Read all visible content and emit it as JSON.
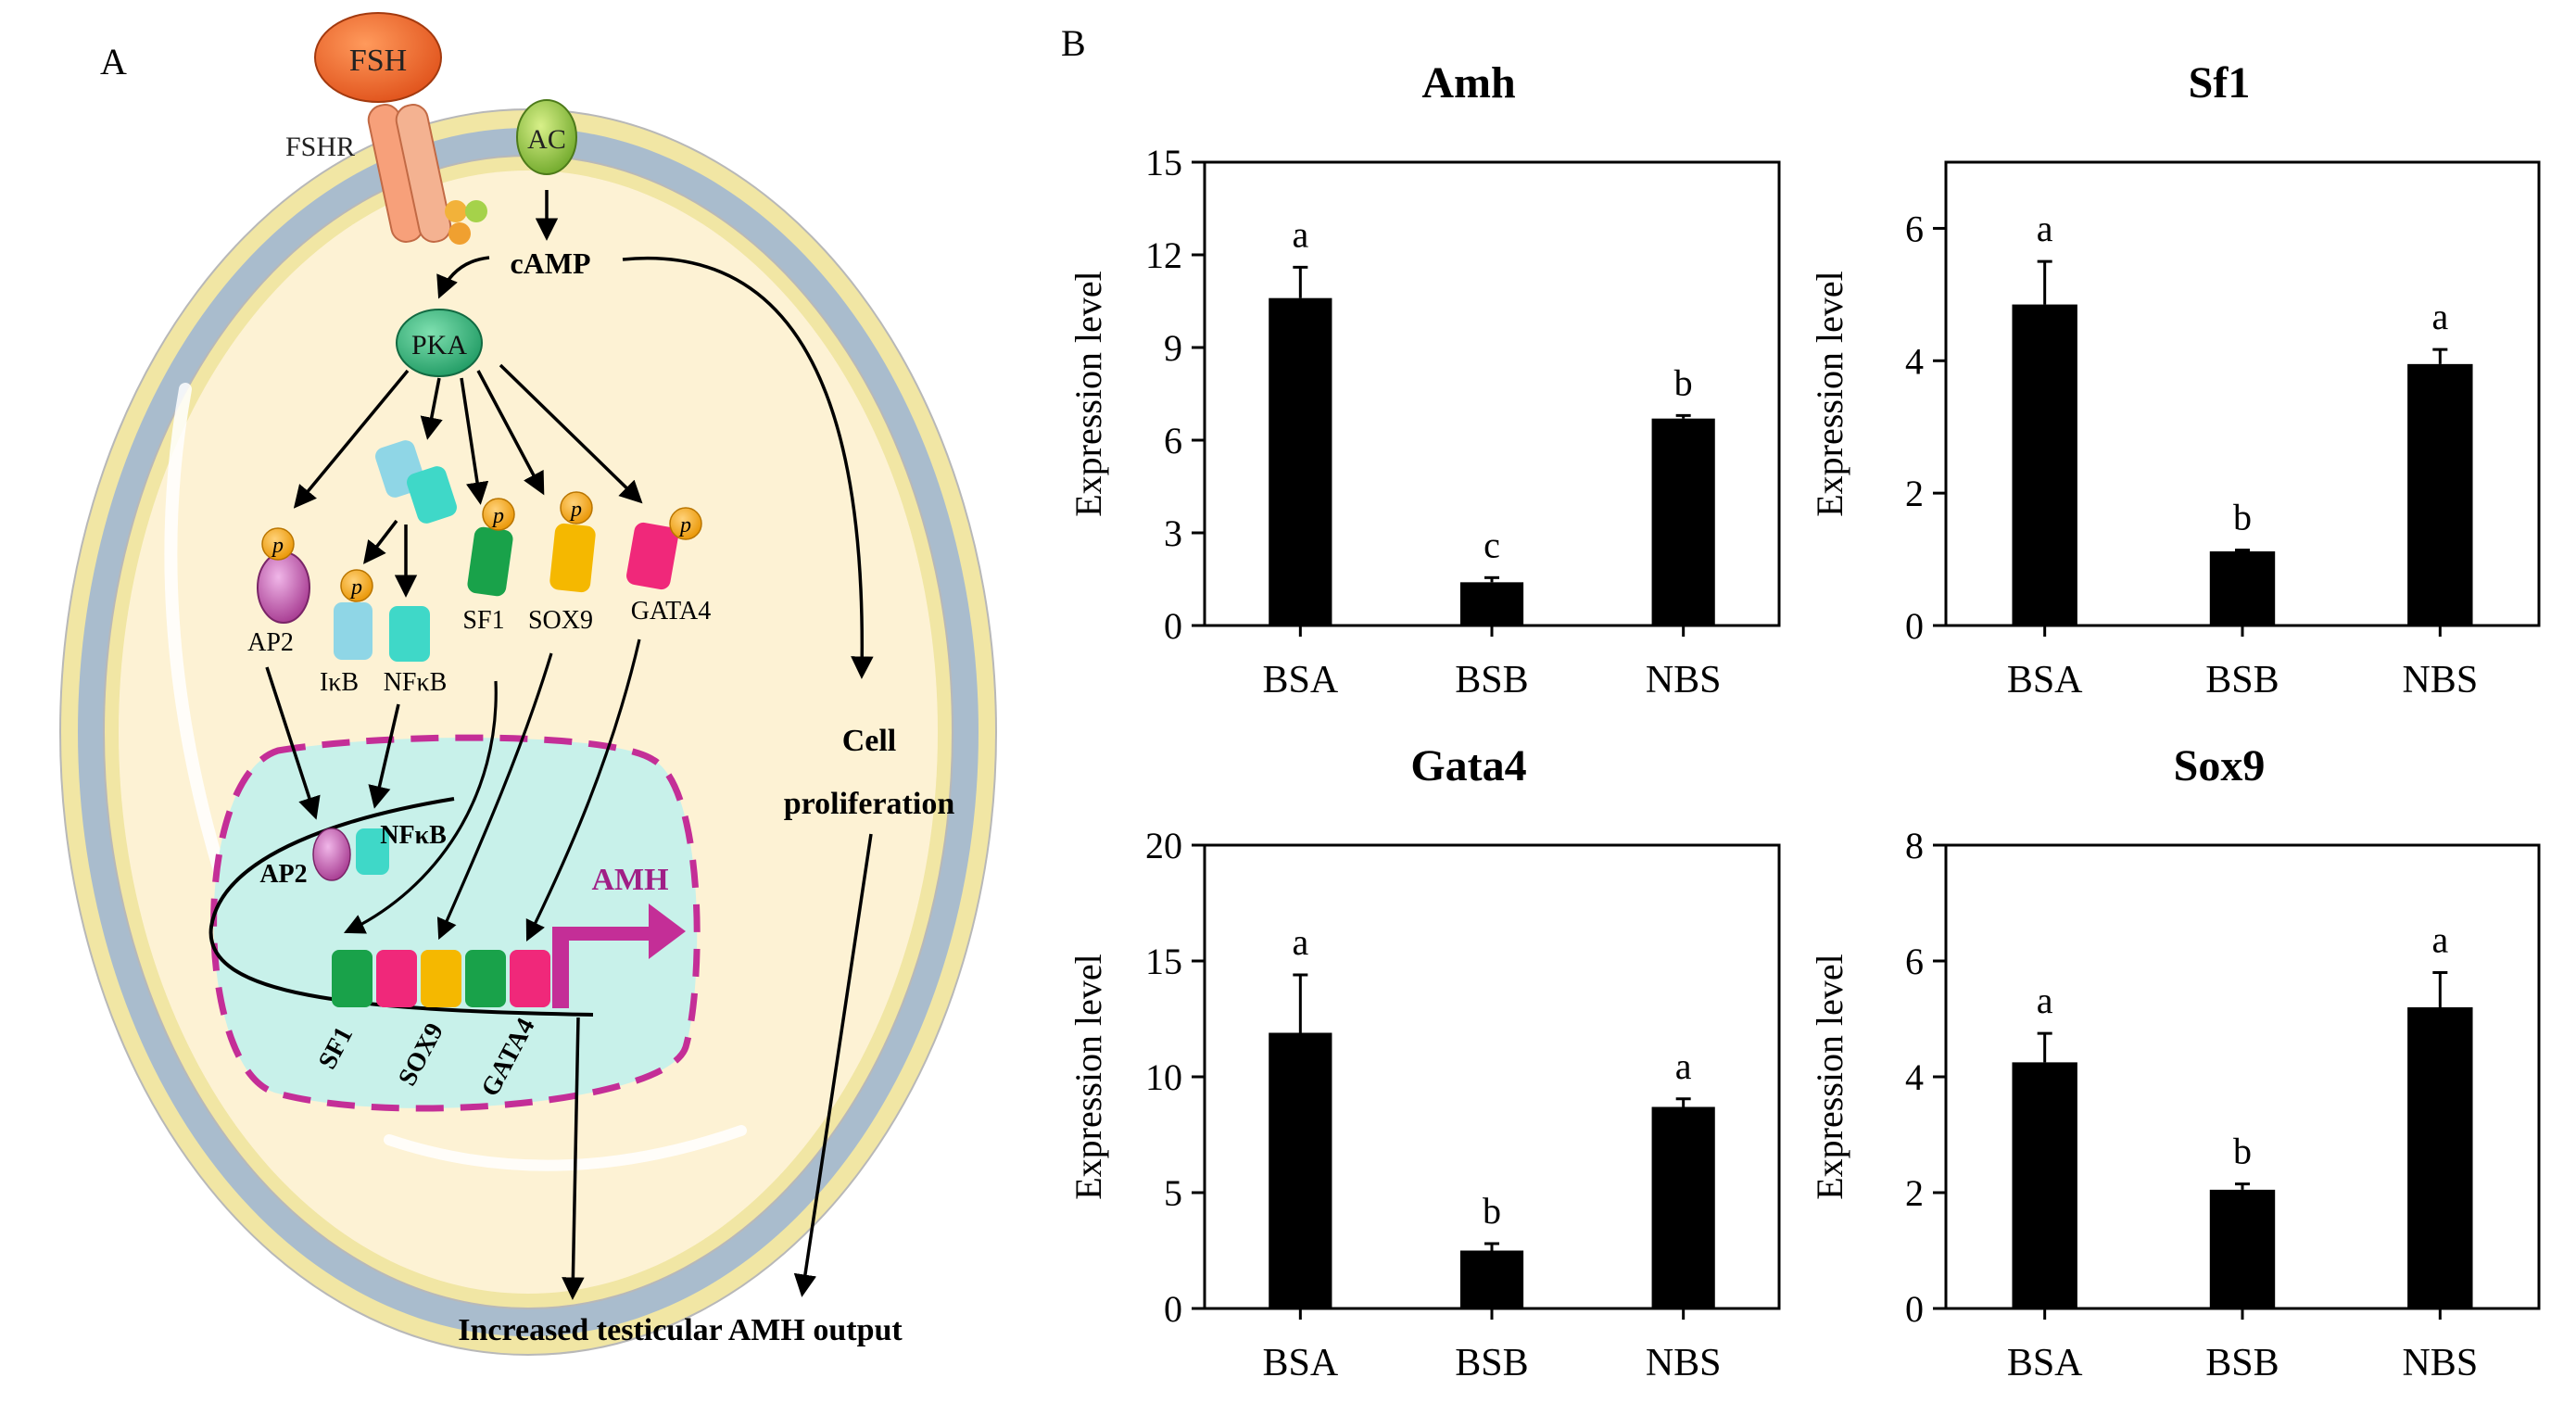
{
  "panel_a": {
    "label": "A",
    "fsh": "FSH",
    "fshr": "FSHR",
    "ac": "AC",
    "camp": "cAMP",
    "pka": "PKA",
    "phospho": "p",
    "ap2": "AP2",
    "ikb": "IκB",
    "nfkb": "NFκB",
    "sf1": "SF1",
    "sox9": "SOX9",
    "gata4": "GATA4",
    "nuc_ap2": "AP2",
    "nuc_nfkb": "NFκB",
    "amh": "AMH",
    "nuc_sf1": "SF1",
    "nuc_sox9": "SOX9",
    "nuc_gata4": "GATA4",
    "cell_line1": "Cell",
    "cell_line2": "proliferation",
    "output": "Increased testicular AMH output"
  },
  "panel_b_label": "B",
  "chart_data": [
    {
      "type": "bar",
      "title": "Amh",
      "ylabel": "Expression level",
      "categories": [
        "BSA",
        "BSB",
        "NBS"
      ],
      "values": [
        10.6,
        1.4,
        6.7
      ],
      "errors": [
        1.0,
        0.15,
        0.1
      ],
      "letters": [
        "a",
        "c",
        "b"
      ],
      "ylim": [
        0,
        15
      ],
      "yticks": [
        0,
        3,
        6,
        9,
        12,
        15
      ]
    },
    {
      "type": "bar",
      "title": "Sf1",
      "ylabel": "Expression level",
      "categories": [
        "BSA",
        "BSB",
        "NBS"
      ],
      "values": [
        4.85,
        1.12,
        3.95
      ],
      "errors": [
        0.65,
        0.02,
        0.22
      ],
      "letters": [
        "a",
        "b",
        "a"
      ],
      "ylim": [
        0,
        7
      ],
      "yticks": [
        0,
        2,
        4,
        6
      ]
    },
    {
      "type": "bar",
      "title": "Gata4",
      "ylabel": "Expression level",
      "categories": [
        "BSA",
        "BSB",
        "NBS"
      ],
      "values": [
        11.9,
        2.5,
        8.7
      ],
      "errors": [
        2.5,
        0.3,
        0.35
      ],
      "letters": [
        "a",
        "b",
        "a"
      ],
      "ylim": [
        0,
        20
      ],
      "yticks": [
        0,
        5,
        10,
        15,
        20
      ]
    },
    {
      "type": "bar",
      "title": "Sox9",
      "ylabel": "Expression level",
      "categories": [
        "BSA",
        "BSB",
        "NBS"
      ],
      "values": [
        4.25,
        2.05,
        5.2
      ],
      "errors": [
        0.5,
        0.1,
        0.6
      ],
      "letters": [
        "a",
        "b",
        "a"
      ],
      "ylim": [
        0,
        8
      ],
      "yticks": [
        0,
        2,
        4,
        6,
        8
      ]
    }
  ]
}
